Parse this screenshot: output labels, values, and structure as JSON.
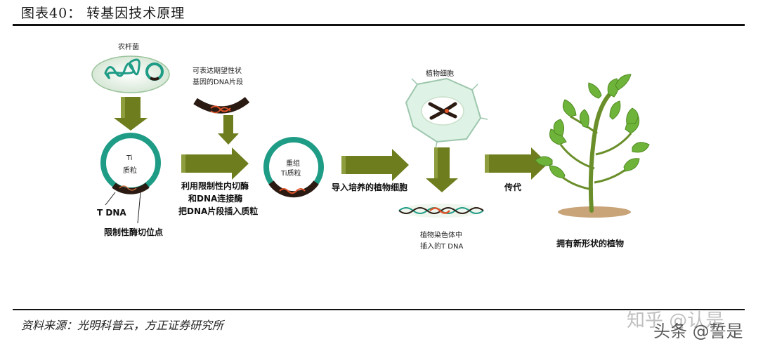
{
  "header": {
    "title": "图表40：   转基因技术原理"
  },
  "footer": {
    "source": "资料来源：光明科普云，方正证券研究所"
  },
  "watermark": {
    "line1": "知乎 @认是",
    "line2": "头条 @誓是"
  },
  "labels": {
    "agrobacterium": "农杆菌",
    "ti_plasmid": [
      "Ti",
      "质粒"
    ],
    "t_dna": "T DNA",
    "restriction_site": "限制性酶切位点",
    "gene_fragment": [
      "可表达期望性状",
      "基因的DNA片段"
    ],
    "step1": [
      "利用限制性内切酶",
      "和DNA连接酶",
      "把DNA片段插入质粒"
    ],
    "recombinant": [
      "重组",
      "Ti质粒"
    ],
    "step2": "导入培养的植物细胞",
    "plant_cell": "植物细胞",
    "chromosome_insert": [
      "植物染色体中",
      "插入的T DNA"
    ],
    "step3": "传代",
    "new_plant": "拥有新形状的植物"
  },
  "colors": {
    "arrow": "#6e7d1e",
    "ring": "#1f9c86",
    "dna_dark": "#2a1a12",
    "dna_accent": "#e0542a",
    "cell_fill": "#dff2e6",
    "leaf": "#6fb43a",
    "soil": "#c8a478"
  }
}
